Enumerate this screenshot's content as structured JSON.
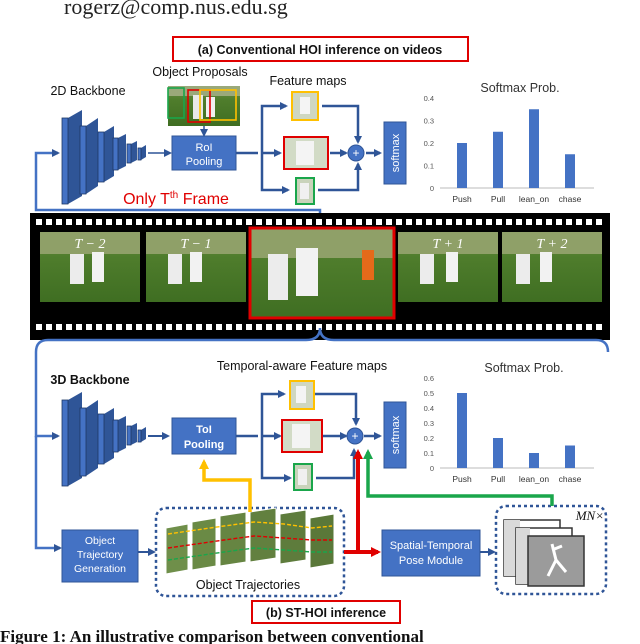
{
  "header_email": "rogerz@comp.nus.edu.sg",
  "top": {
    "title": "(a) Conventional HOI inference on videos",
    "backbone_label": "2D Backbone",
    "object_proposals_label": "Object Proposals",
    "feature_maps_label": "Feature maps",
    "roi_label_1": "RoI",
    "roi_label_2": "Pooling",
    "softmax_label": "softmax",
    "only_frame_prefix": "Only T",
    "only_frame_sup": "th",
    "only_frame_suffix": " Frame"
  },
  "frames": {
    "labels": [
      "T − 2",
      "T − 1",
      "T + 1",
      "T + 2"
    ]
  },
  "bottom": {
    "title": "(b) ST-HOI inference",
    "backbone_label": "3D Backbone",
    "feature_maps_label": "Temporal-aware Feature maps",
    "toi_label_1": "ToI",
    "toi_label_2": "Pooling",
    "softmax_label": "softmax",
    "traj_gen_1": "Object",
    "traj_gen_2": "Trajectory",
    "traj_gen_3": "Generation",
    "object_trajectories_label": "Object Trajectories",
    "pose_1": "Spatial-Temporal",
    "pose_2": "Pose Module",
    "mn_label": "MN×"
  },
  "caption": "Figure 1: An illustrative comparison between conventional",
  "colors": {
    "blue": "#4472c4",
    "dark_blue": "#2f5597",
    "red": "#e00000",
    "green": "#1aa64b",
    "yellow": "#ffc000",
    "bar": "#4472c4"
  },
  "chart_data": [
    {
      "type": "bar",
      "title": "Softmax Prob.",
      "categories": [
        "Push",
        "Pull",
        "lean_on",
        "chase"
      ],
      "values": [
        0.2,
        0.25,
        0.35,
        0.15
      ],
      "ylim": [
        0,
        0.4
      ],
      "yticks": [
        "0",
        "0.1",
        "0.2",
        "0.3",
        "0.4"
      ]
    },
    {
      "type": "bar",
      "title": "Softmax Prob.",
      "categories": [
        "Push",
        "Pull",
        "lean_on",
        "chase"
      ],
      "values": [
        0.5,
        0.2,
        0.1,
        0.15
      ],
      "ylim": [
        0,
        0.6
      ],
      "yticks": [
        "0",
        "0.1",
        "0.2",
        "0.3",
        "0.4",
        "0.5",
        "0.6"
      ]
    }
  ]
}
